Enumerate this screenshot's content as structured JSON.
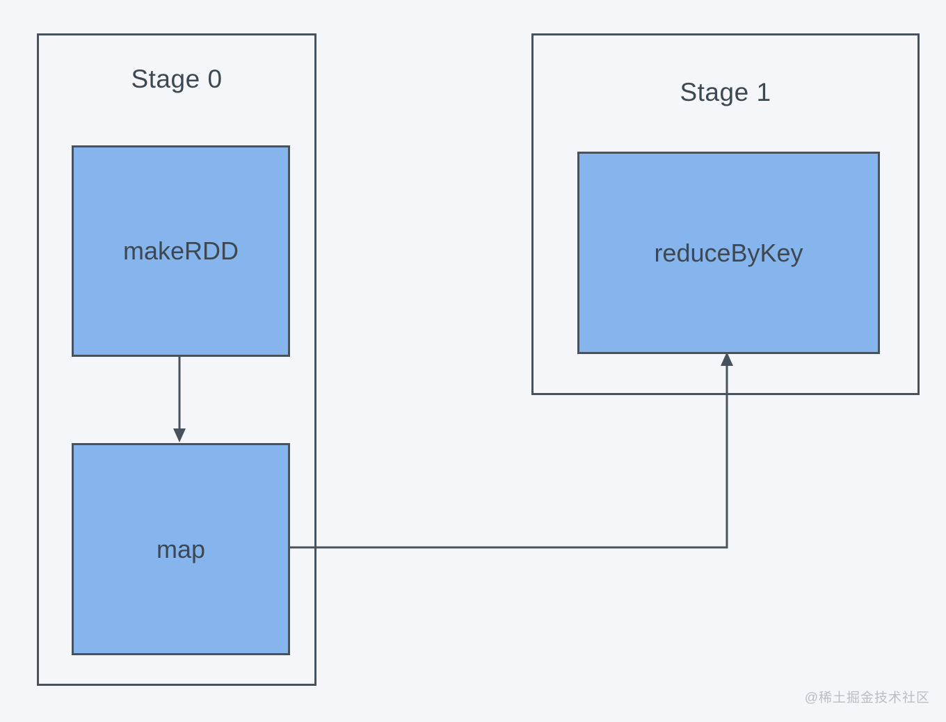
{
  "diagram": {
    "type": "flowchart",
    "background_color": "#f4f6f9",
    "stroke_color": "#48525c",
    "node_fill_color": "#86b4ec",
    "text_color": "#3d4852",
    "stages": [
      {
        "title": "Stage 0",
        "nodes": [
          {
            "label": "makeRDD"
          },
          {
            "label": "map"
          }
        ]
      },
      {
        "title": "Stage 1",
        "nodes": [
          {
            "label": "reduceByKey"
          }
        ]
      }
    ],
    "edges": [
      {
        "from": "makeRDD",
        "to": "map",
        "style": "arrow-down"
      },
      {
        "from": "map",
        "to": "reduceByKey",
        "style": "elbow-right-up-arrow"
      }
    ]
  },
  "watermark": {
    "text": "@稀土掘金技术社区",
    "color": "#b9bec5"
  }
}
